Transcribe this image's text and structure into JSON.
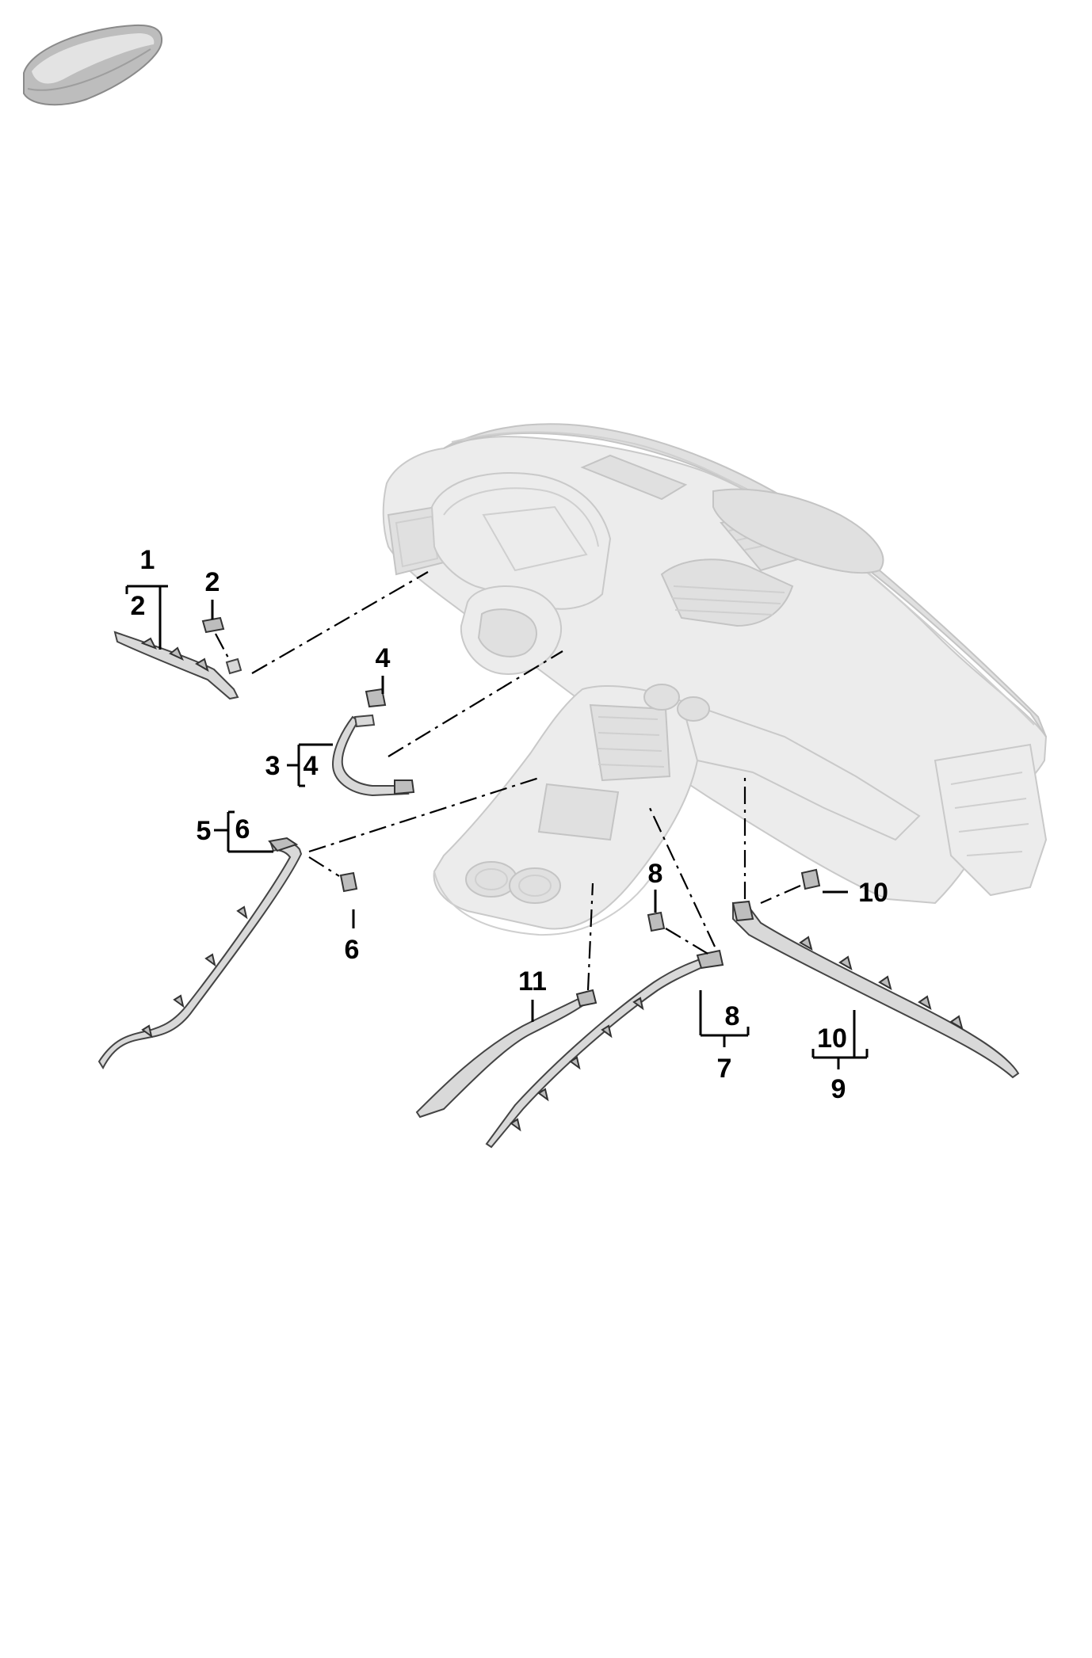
{
  "thumbnail": {
    "icon": "vehicle-thumbnail-icon"
  },
  "assembly": {
    "icon": "dashboard-assembly-icon"
  },
  "callouts": {
    "c1": "1",
    "c2a": "2",
    "c2b": "2",
    "c3": "3",
    "c4a": "4",
    "c4b": "4",
    "c5": "5",
    "c6a": "6",
    "c6b": "6",
    "c7": "7",
    "c8a": "8",
    "c8b": "8",
    "c9": "9",
    "c10a": "10",
    "c10b": "10",
    "c11": "11"
  },
  "colors": {
    "ink": "#000000",
    "part_fill": "#d9d9d9",
    "ghost_fill": "#ececec"
  }
}
